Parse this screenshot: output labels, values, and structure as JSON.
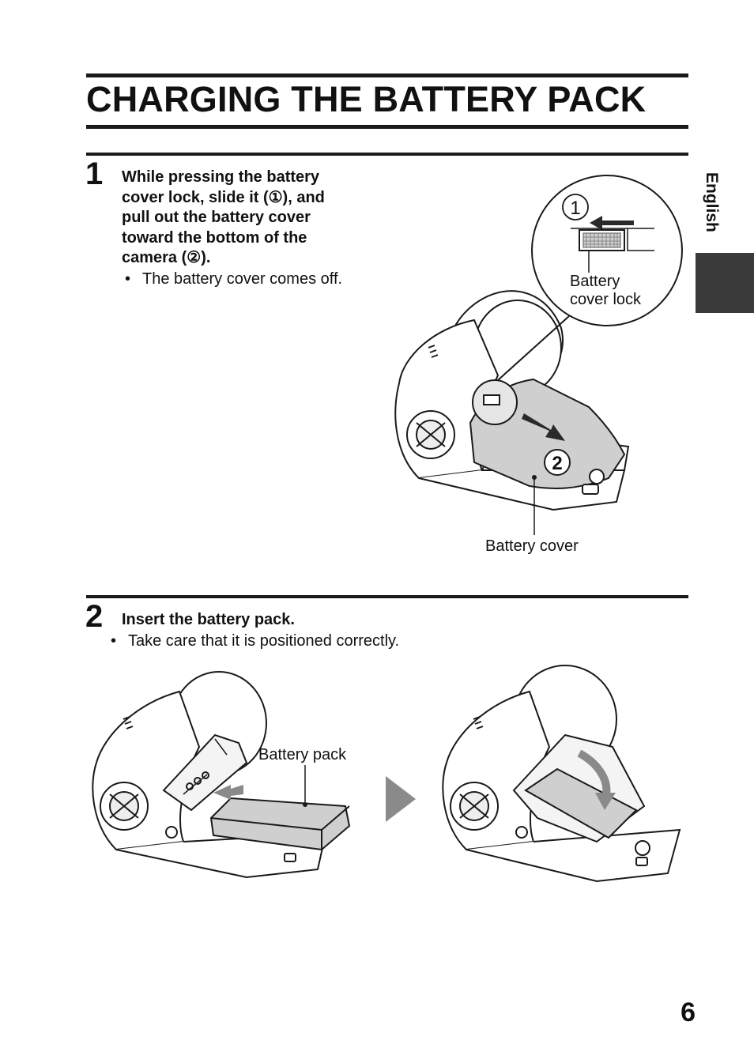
{
  "page": {
    "title": "CHARGING THE BATTERY PACK",
    "language_tab": "English",
    "page_number": "6"
  },
  "step1": {
    "number": "1",
    "instruction_lines": [
      "While pressing the battery",
      "cover lock, slide it (①), and",
      "pull out the battery cover",
      "toward the bottom of the",
      "camera (②)."
    ],
    "bullet": "The battery cover comes off.",
    "figure": {
      "callout_1": "1",
      "callout_2": "2",
      "label_lock": "Battery cover lock",
      "label_lock_line1": "Battery",
      "label_lock_line2": "cover lock",
      "label_cover": "Battery cover"
    }
  },
  "step2": {
    "number": "2",
    "instruction": "Insert the battery pack.",
    "bullet": "Take care that it is positioned correctly.",
    "figure": {
      "label_pack": "Battery pack"
    }
  },
  "colors": {
    "rule": "#1a1a1a",
    "tab": "#3a3a3a",
    "cover_gray": "#cfcfcf",
    "arrow_gray": "#8a8a8a"
  }
}
